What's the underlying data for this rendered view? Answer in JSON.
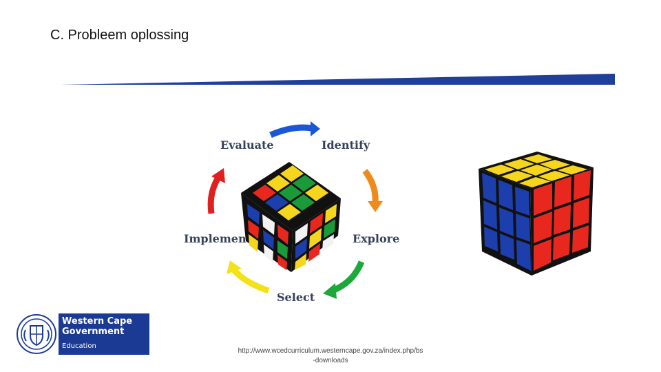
{
  "slide": {
    "title": "C. Probleem oplossing",
    "source_line1": "http://www.wcedcurriculum.westerncape.gov.za/index.php/bs",
    "source_line2": "-downloads"
  },
  "colors": {
    "accent_blue": "#1f3f99",
    "logo_blue": "#1b3a94",
    "cube_yellow": "#f6d51f",
    "cube_red": "#e8281f",
    "cube_blue": "#1d3fae",
    "cube_green": "#1b9a3a",
    "cube_white": "#f2f2f2"
  },
  "cycle": {
    "steps": [
      "Evaluate",
      "Identify",
      "Explore",
      "Select",
      "Implement"
    ],
    "arrow_colors": [
      "#1a56d6",
      "#f08a1a",
      "#1ca83a",
      "#f2e21a",
      "#e02020"
    ]
  },
  "logo": {
    "line1": "Western Cape",
    "line2": "Government",
    "line3": "Education",
    "icon": "coat-of-arms-icon"
  }
}
